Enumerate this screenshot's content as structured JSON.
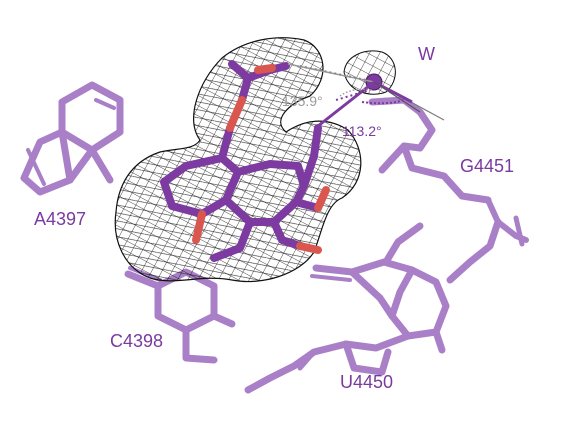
{
  "labels": {
    "water": "W",
    "g4451": "G4451",
    "a4397": "A4397",
    "c4398": "C4398",
    "u4450": "U4450"
  },
  "angles": {
    "a1": "135.9°",
    "a2": "113.2°"
  },
  "colors": {
    "ligand": "#7d3aa0",
    "residue": "#a980c8",
    "residue_dark": "#8d62ad",
    "oxygen": "#d9574f",
    "mesh": "#111111",
    "angle_gray": "#9a9a9a",
    "label": "#7a3aa0"
  }
}
